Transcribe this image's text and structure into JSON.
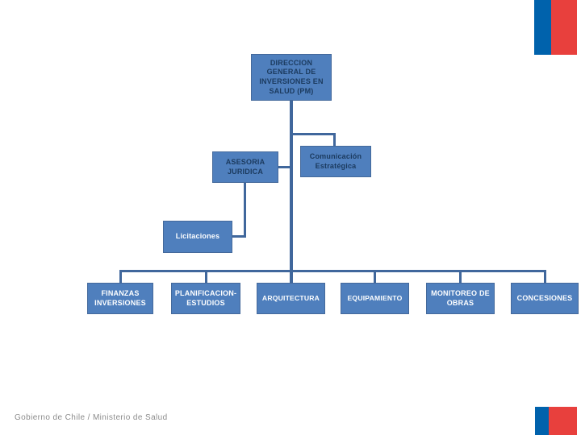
{
  "slide": {
    "background": "#FFFFFF",
    "footer_text": "Gobierno de Chile / Ministerio de Salud"
  },
  "org_chart": {
    "nodes": [
      {
        "id": "direccion-general",
        "label": "DIRECCION GENERAL DE INVERSIONES EN SALUD (PM)",
        "text_style": "dark",
        "level": 1
      },
      {
        "id": "asesoria-juridica",
        "label": "ASESORIA JURIDICA",
        "text_style": "dark",
        "level": 2
      },
      {
        "id": "comunicacion-estrategica",
        "label": "Comunicación Estratégica",
        "text_style": "dark",
        "level": 2
      },
      {
        "id": "licitaciones",
        "label": "Licitaciones",
        "text_style": "light",
        "level": 3
      },
      {
        "id": "finanzas-inversiones",
        "label": "FINANZAS INVERSIONES",
        "text_style": "light",
        "level": 4
      },
      {
        "id": "planificacion-estudios",
        "label": "PLANIFICACION-ESTUDIOS",
        "text_style": "light",
        "level": 4
      },
      {
        "id": "arquitectura",
        "label": "ARQUITECTURA",
        "text_style": "light",
        "level": 4
      },
      {
        "id": "equipamiento",
        "label": "EQUIPAMIENTO",
        "text_style": "light",
        "level": 4
      },
      {
        "id": "monitoreo-de-obras",
        "label": "MONITOREO DE OBRAS",
        "text_style": "light",
        "level": 4
      },
      {
        "id": "concesiones",
        "label": "CONCESIONES",
        "text_style": "light",
        "level": 4
      }
    ]
  },
  "colors": {
    "node_fill": "#4F7FBD",
    "node_border": "#44699B",
    "node_text_dark": "#1B3A5E",
    "node_text_light": "#FDFEFF",
    "connector": "#40679C",
    "flag_blue": "#0062AC",
    "flag_red": "#E8403D",
    "footer_text": "#8C8C8C"
  }
}
